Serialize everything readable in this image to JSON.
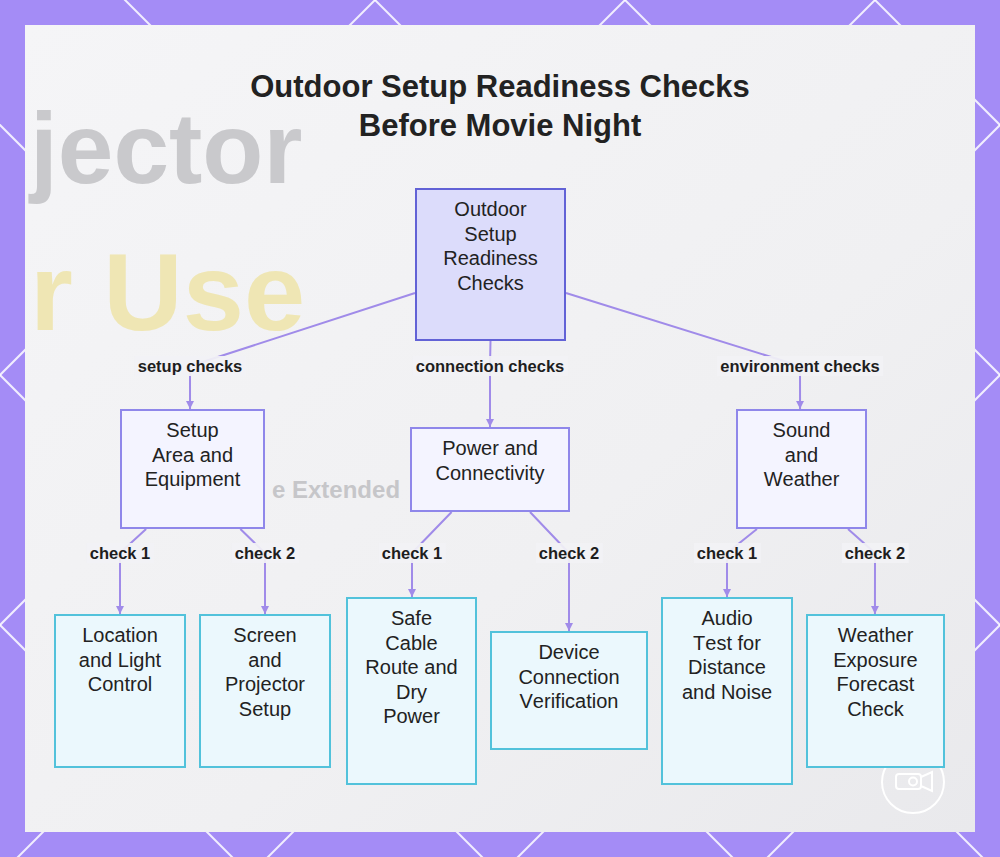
{
  "diagram": {
    "title": "Outdoor Setup Readiness Checks Before Movie Night",
    "nodes": [
      {
        "text": [
          "Outdoor Setup Readiness Checks"
        ]
      },
      {
        "text": [
          "Setup Area and Equipment"
        ]
      },
      {
        "text": [
          "Power and Connectivity"
        ]
      },
      {
        "text": [
          "Sound and Weather"
        ]
      },
      {
        "text": [
          "Location and Light Control"
        ]
      },
      {
        "text": [
          "Screen and Projector Setup"
        ]
      },
      {
        "text": [
          "Safe Cable Route and Dry Power"
        ]
      },
      {
        "text": [
          "Device Connection Verification"
        ]
      },
      {
        "text": [
          "Audio Test for Distance and Noise"
        ]
      },
      {
        "text": [
          "Weather Exposure Forecast Check"
        ]
      }
    ],
    "edges": [
      {
        "from": 0,
        "to": 1,
        "label": "setup checks",
        "arrow": "to"
      },
      {
        "from": 0,
        "to": 2,
        "label": "connection checks",
        "arrow": "to"
      },
      {
        "from": 0,
        "to": 3,
        "label": "environment checks",
        "arrow": "to"
      },
      {
        "from": 1,
        "to": 4,
        "label": "check 1",
        "arrow": "to"
      },
      {
        "from": 1,
        "to": 5,
        "label": "check 2",
        "arrow": "to"
      },
      {
        "from": 2,
        "to": 6,
        "label": "check 1",
        "arrow": "to"
      },
      {
        "from": 2,
        "to": 7,
        "label": "check 2",
        "arrow": "to"
      },
      {
        "from": 3,
        "to": 8,
        "label": "check 1",
        "arrow": "to"
      },
      {
        "from": 3,
        "to": 9,
        "label": "check 2",
        "arrow": "to"
      }
    ],
    "labels": [
      "jector",
      "r Use",
      "e Extended"
    ]
  }
}
